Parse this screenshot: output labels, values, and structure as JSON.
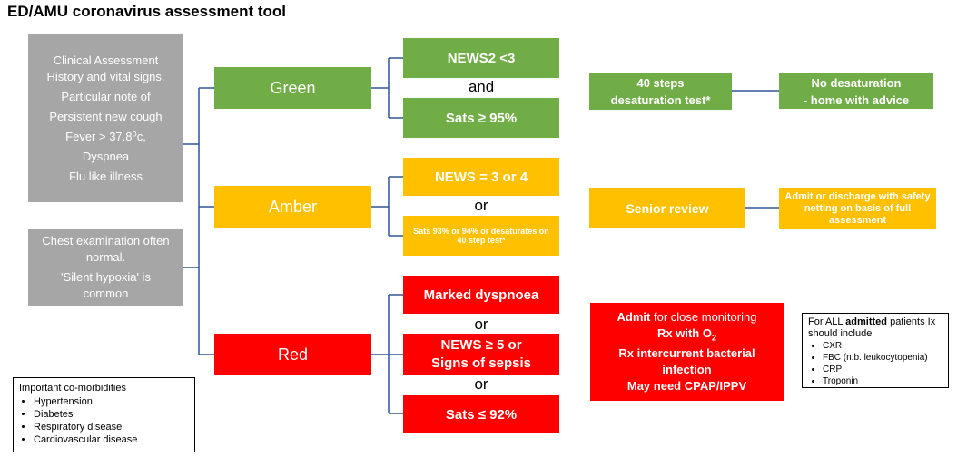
{
  "title": "ED/AMU coronavirus assessment tool",
  "colors": {
    "green": "#70ad47",
    "amber": "#ffc000",
    "red": "#ff0000",
    "grey": "#a6a6a6",
    "line": "#2f5597"
  },
  "clinical": {
    "lines": [
      "Clinical Assessment",
      "History and vital signs.",
      "Particular note of",
      "Persistent new cough",
      "Fever > 37.8⁰c,",
      "Dyspnea",
      "Flu like illness"
    ]
  },
  "chest": {
    "lines": [
      "Chest examination often normal.",
      "'Silent hypoxia' is common"
    ]
  },
  "triage": {
    "green": "Green",
    "amber": "Amber",
    "red": "Red"
  },
  "green_criteria": {
    "c1": "NEWS2 <3",
    "conn": "and",
    "c2": "Sats ≥ 95%"
  },
  "amber_criteria": {
    "c1": "NEWS = 3 or 4",
    "conn": "or",
    "c2": "Sats 93% or 94% or desaturates on 40 step test*"
  },
  "red_criteria": {
    "c1": "Marked dyspnoea",
    "conn1": "or",
    "c2a": "NEWS ≥ 5 or",
    "c2b": "Signs of sepsis",
    "conn2": "or",
    "c3": "Sats ≤ 92%"
  },
  "green_action": {
    "test": "40 steps desaturation test*",
    "outcome_line1": "No desaturation",
    "outcome_line2": "- home with advice"
  },
  "amber_action": {
    "review": "Senior review",
    "outcome": "Admit or discharge with safety netting on basis of full assessment"
  },
  "red_action": {
    "admit_bold": "Admit",
    "admit_rest": " for close monitoring",
    "rx_o2": "Rx with O",
    "rx_o2_sub": "2",
    "rx_infection": "Rx intercurrent bacterial infection",
    "cpap": "May need CPAP/IPPV"
  },
  "admitted_note": {
    "prefix": "For ALL ",
    "bold": "admitted",
    "suffix": " patients Ix should include",
    "items": [
      "CXR",
      "FBC (n.b. leukocytopenia)",
      "CRP",
      "Troponin"
    ]
  },
  "comorbidities": {
    "heading": "Important co-morbidities",
    "items": [
      "Hypertension",
      "Diabetes",
      "Respiratory disease",
      "Cardiovascular disease"
    ]
  }
}
